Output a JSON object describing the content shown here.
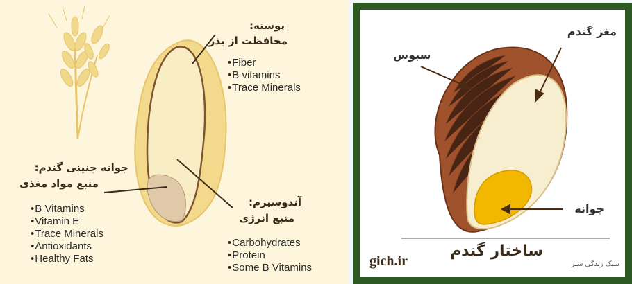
{
  "left": {
    "bran": {
      "title": "پوسته:",
      "subtitle": "محافظت از بذر",
      "items": [
        "Fiber",
        "B vitamins",
        "Trace Minerals"
      ]
    },
    "germ": {
      "title": "جوانه جنینی گندم:",
      "subtitle": "منبع مواد مغذی",
      "items": [
        "B Vitamins",
        "Vitamin E",
        "Trace Minerals",
        "Antioxidants",
        "Healthy Fats"
      ]
    },
    "endosperm": {
      "title": "آندوسپرم:",
      "subtitle": "منبع انرژی",
      "items": [
        "Carbohydrates",
        "Protein",
        "Some B Vitamins"
      ]
    }
  },
  "right": {
    "labels": {
      "endosperm": "مغز گندم",
      "bran": "سبوس",
      "germ": "جوانه"
    },
    "title": "ساختار گندم",
    "watermark": "gich.ir",
    "credit": "سبک زندگی سبز"
  },
  "colors": {
    "frame": "#2d5a22",
    "bran": "#a0522d",
    "endosperm": "#f7eed0",
    "germ": "#f2b800",
    "left_bg": "#fdf5dc"
  }
}
